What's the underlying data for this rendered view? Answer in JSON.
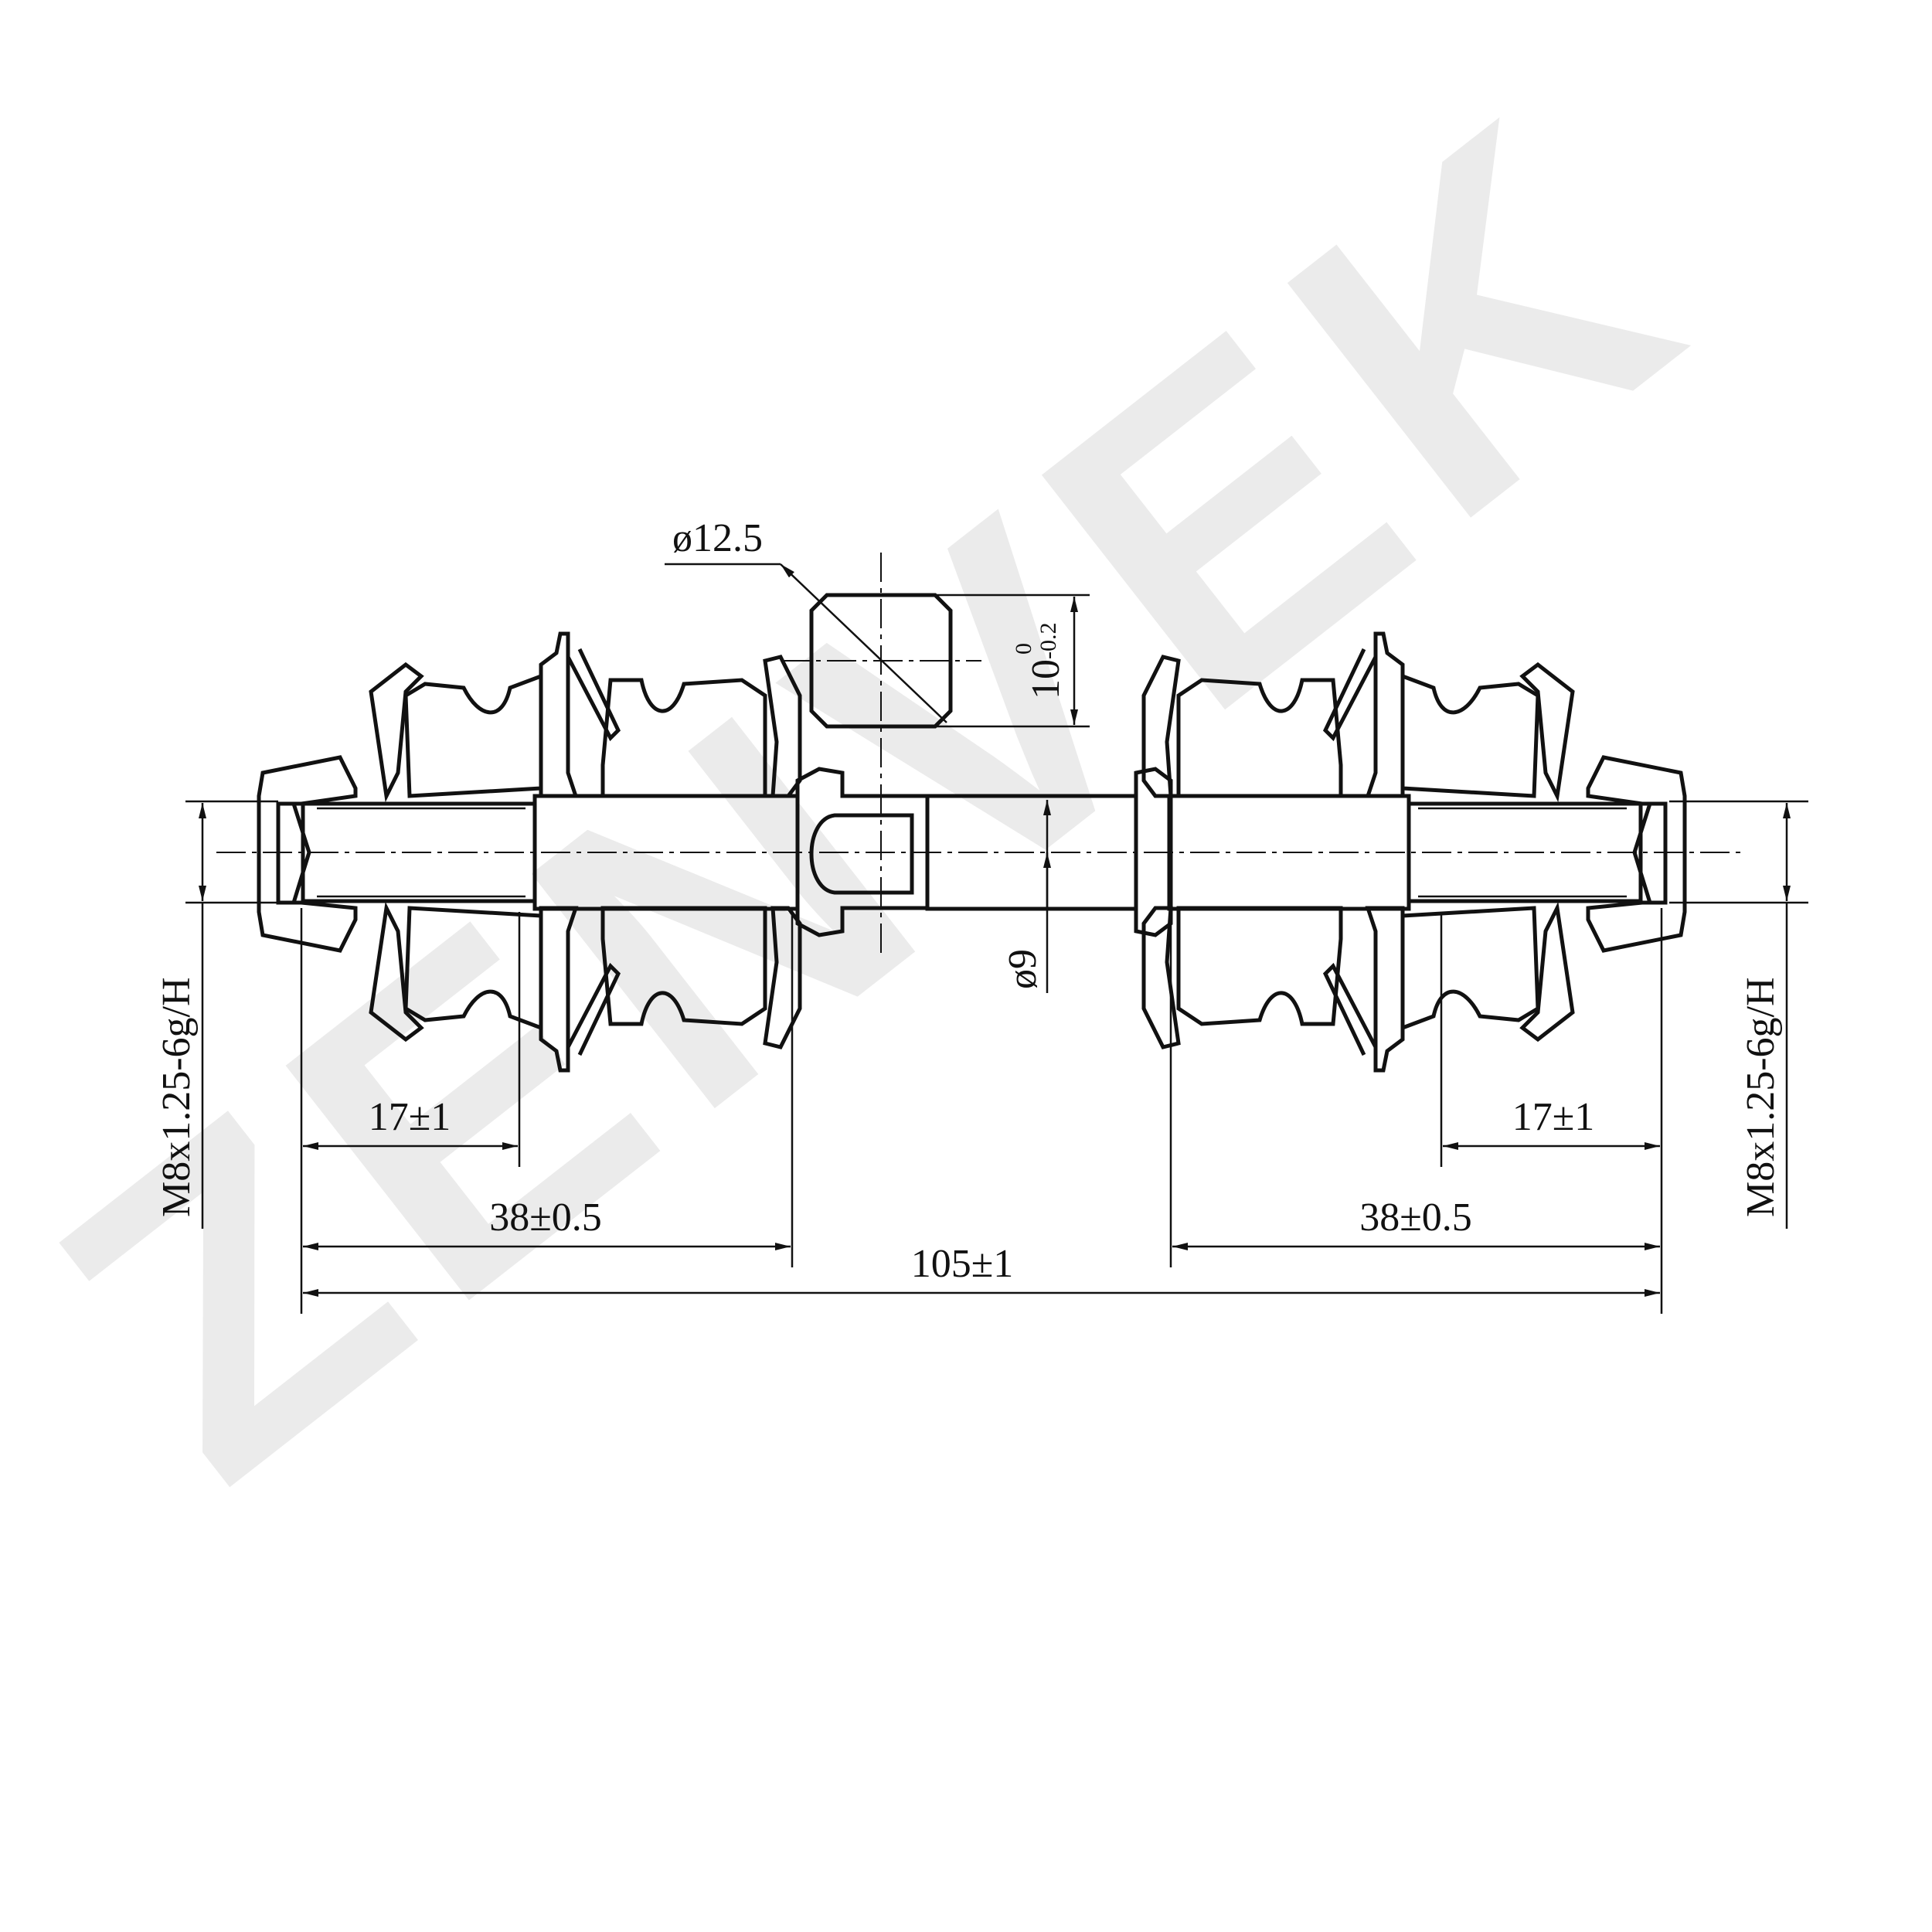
{
  "watermark": {
    "text": "ZENVEK",
    "color": "#ebebeb"
  },
  "dimensions": {
    "ball_diameter": "ø12.5",
    "flat_width_main": "10",
    "flat_width_upper_tol": "0",
    "flat_width_lower_tol": "-0.2",
    "shaft_diameter": "ø9",
    "thread_left": "M8x1.25-6g/H",
    "thread_right": "M8x1.25-6g/H",
    "thread_length_left": "17±1",
    "thread_length_right": "17±1",
    "bush_length_left": "38±0.5",
    "bush_length_right": "38±0.5",
    "overall_length": "105±1"
  },
  "colors": {
    "line": "#111111",
    "background": "#ffffff"
  }
}
